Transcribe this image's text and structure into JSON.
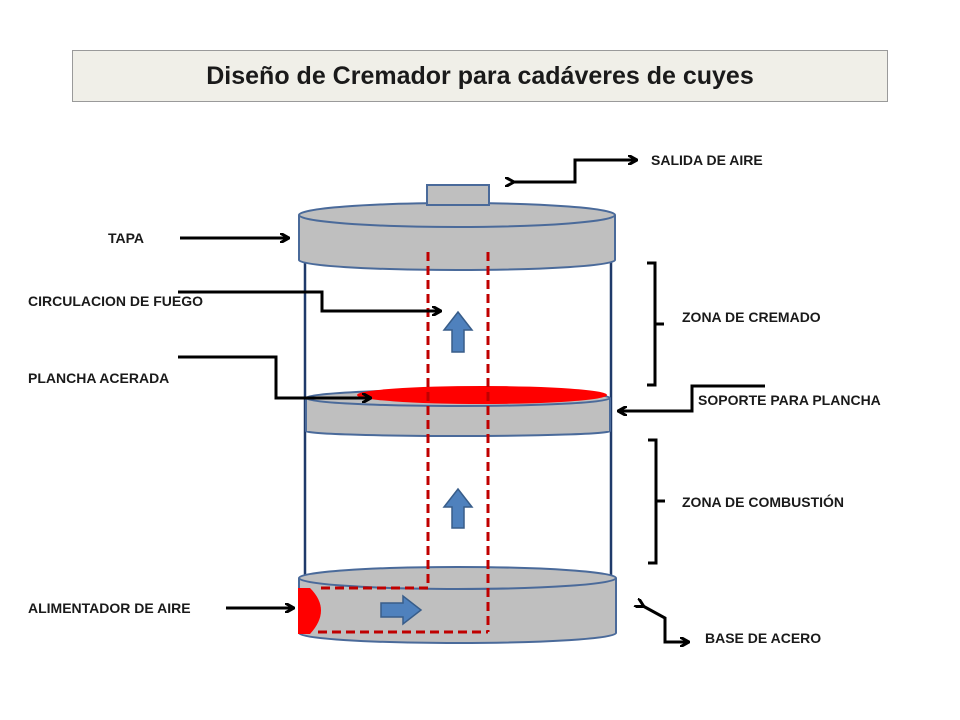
{
  "title": "Diseño de Cremador para cadáveres de cuyes",
  "colors": {
    "steel": "#bfbfbf",
    "outline": "#4a6a9a",
    "fire": "#ff0000",
    "flow_arrow": "#4f81bd",
    "dashed_path": "#c00000",
    "leader": "#000000"
  },
  "labels": {
    "salida_aire": "SALIDA DE AIRE",
    "tapa": "TAPA",
    "circulacion_fuego": "CIRCULACION DE FUEGO",
    "zona_cremado": "ZONA DE CREMADO",
    "plancha_acerada": "PLANCHA ACERADA",
    "soporte_plancha": "SOPORTE PARA PLANCHA",
    "zona_combustion": "ZONA DE COMBUSTIÓN",
    "alimentador_aire": "ALIMENTADOR DE AIRE",
    "base_acero": "BASE DE ACERO"
  }
}
